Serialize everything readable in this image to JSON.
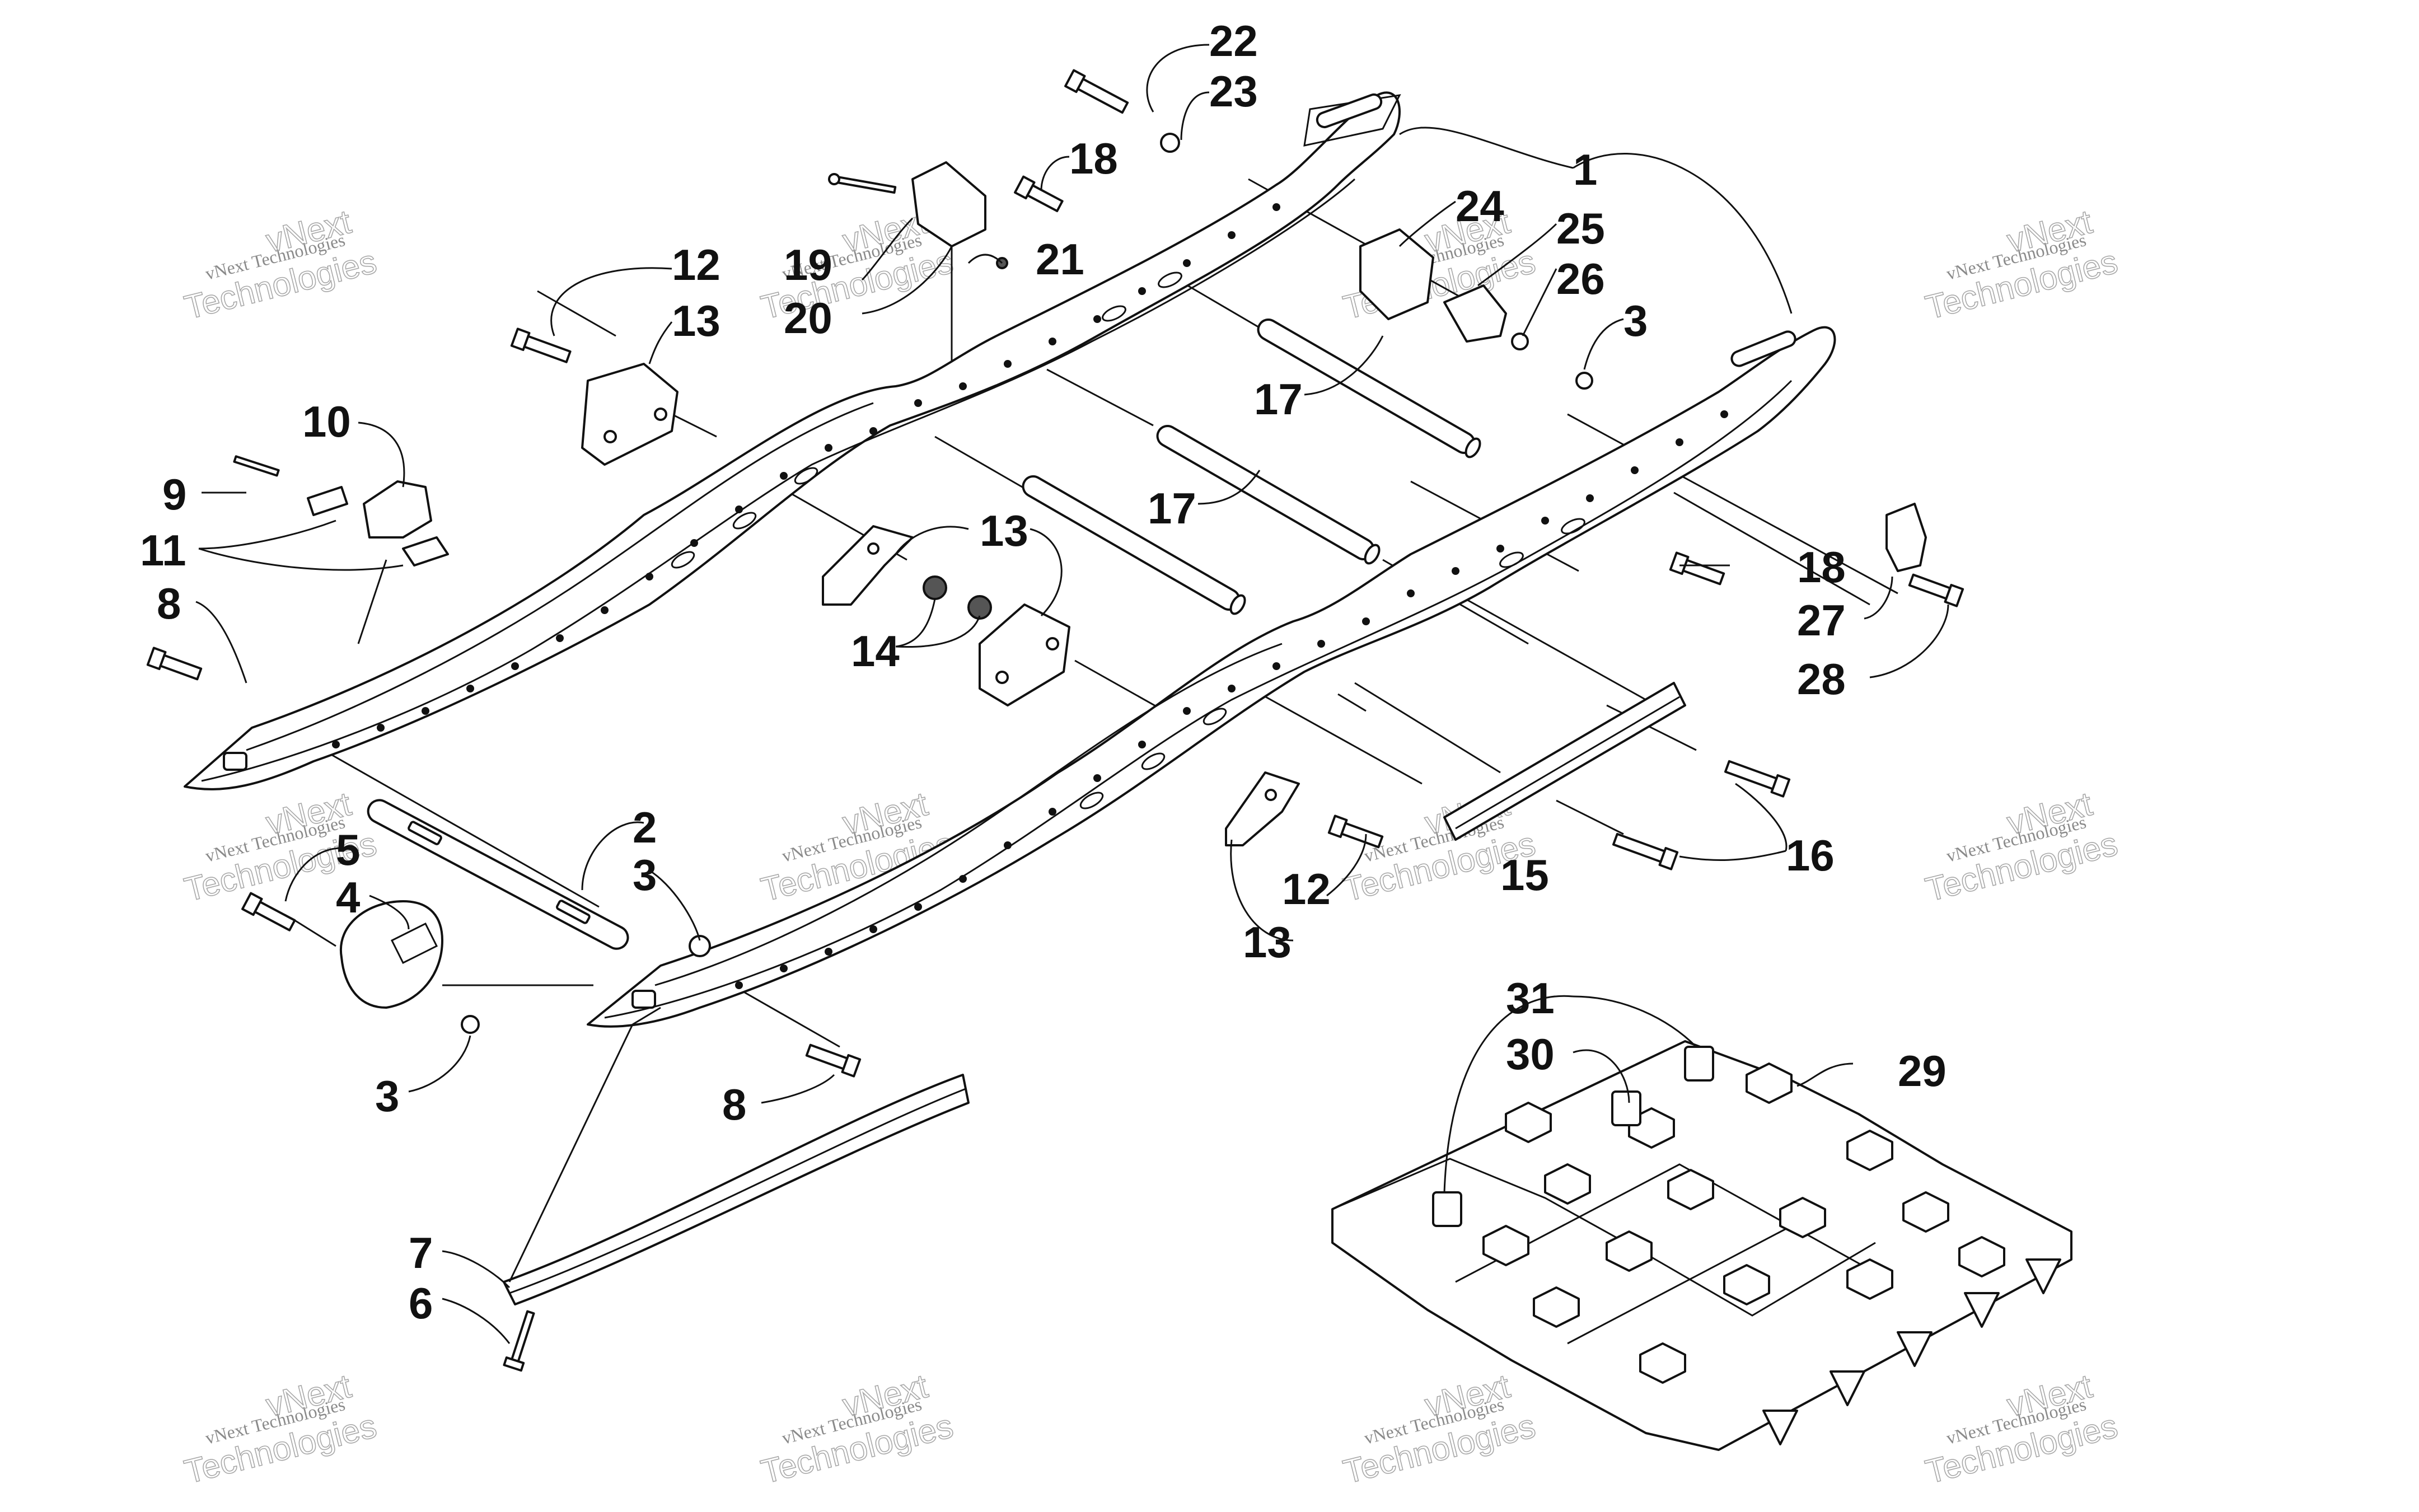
{
  "diagram": {
    "callouts": {
      "c1": "1",
      "c2": "2",
      "c3a": "3",
      "c3b": "3",
      "c3c": "3",
      "c4": "4",
      "c5": "5",
      "c6": "6",
      "c7": "7",
      "c8a": "8",
      "c8b": "8",
      "c9": "9",
      "c10": "10",
      "c11": "11",
      "c12a": "12",
      "c12b": "12",
      "c13a": "13",
      "c13b": "13",
      "c13c": "13",
      "c14": "14",
      "c15": "15",
      "c16": "16",
      "c17a": "17",
      "c17b": "17",
      "c18a": "18",
      "c18b": "18",
      "c19": "19",
      "c20": "20",
      "c21": "21",
      "c22": "22",
      "c23": "23",
      "c24": "24",
      "c25": "25",
      "c26": "26",
      "c27": "27",
      "c28": "28",
      "c29": "29",
      "c30": "30",
      "c31": "31"
    },
    "watermark": {
      "line1": "vNext Technologies",
      "line2": "vNext",
      "line3": "Technologies"
    }
  }
}
